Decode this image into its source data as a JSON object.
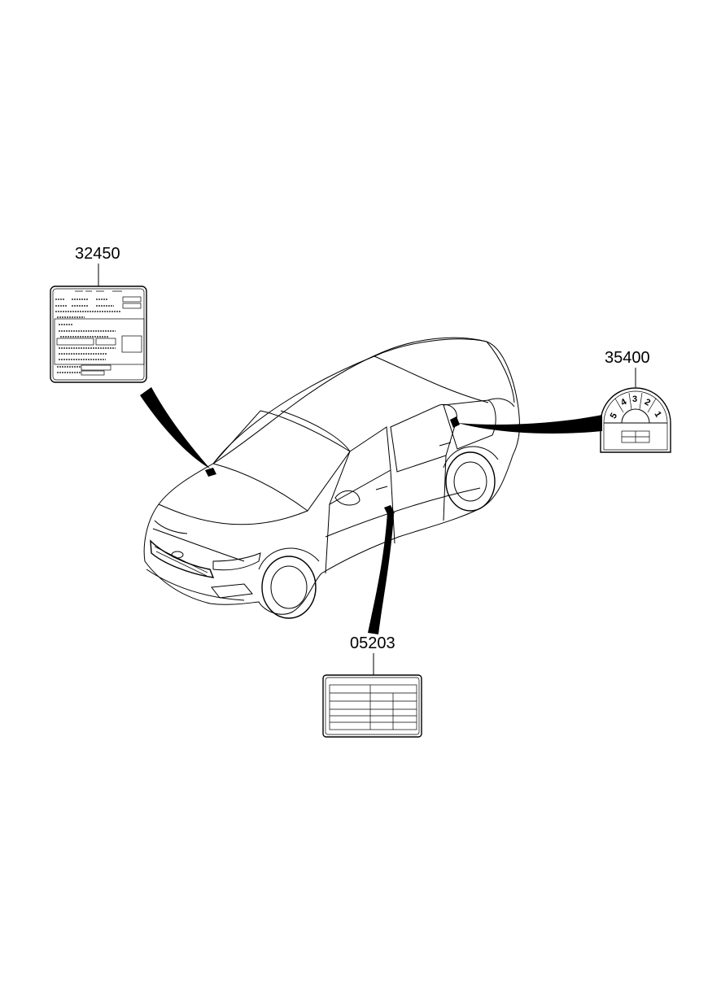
{
  "callouts": [
    {
      "part_number": "32450"
    },
    {
      "part_number": "35400"
    },
    {
      "part_number": "05203"
    }
  ],
  "gauge_label": {
    "digits": [
      "5",
      "4",
      "3",
      "2",
      "1"
    ]
  }
}
